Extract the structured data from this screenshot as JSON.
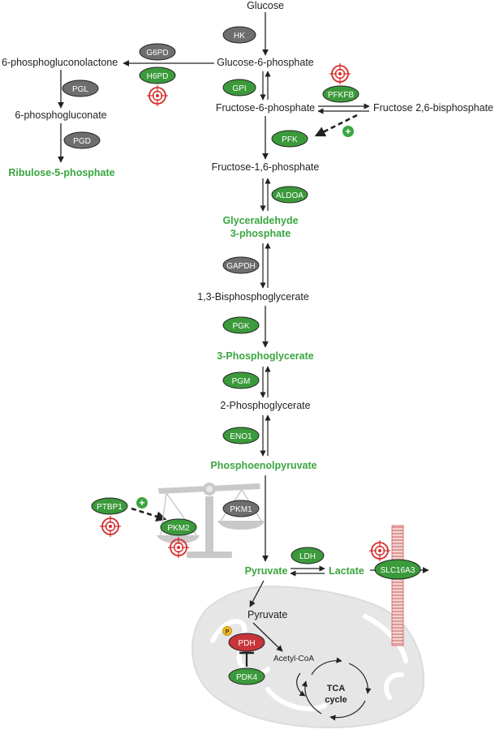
{
  "colors": {
    "enzyme_green": "#3b9a3b",
    "enzyme_gray": "#6e6e6e",
    "enzyme_red": "#c7353a",
    "highlight_green": "#3aa640",
    "target_red": "#d62c2c",
    "mito_fill": "#e6e6e6",
    "text": "#222222"
  },
  "metabolites": {
    "glucose": "Glucose",
    "g6p": "Glucose-6-phosphate",
    "pgl_lactone": "6-phosphogluconolactone",
    "pg_gluconate": "6-phosphogluconate",
    "ru5p": "Ribulose-5-phosphate",
    "f6p": "Fructose-6-phosphate",
    "f26bp": "Fructose 2,6-bisphosphate",
    "f16bp": "Fructose-1,6-phosphate",
    "gap_line1": "Glyceraldehyde",
    "gap_line2": "3-phosphate",
    "bpg13": "1,3-Bisphosphoglycerate",
    "pg3": "3-Phosphoglycerate",
    "pg2": "2-Phosphoglycerate",
    "pep": "Phosphoenolpyruvate",
    "pyruvate": "Pyruvate",
    "lactate": "Lactate",
    "mito_pyruvate": "Pyruvate",
    "acetyl_coa": "Acetyl-CoA",
    "tca_line1": "TCA",
    "tca_line2": "cycle"
  },
  "enzymes": {
    "hk": "HK",
    "g6pd": "G6PD",
    "h6pd": "H6PD",
    "pgl": "PGL",
    "pgd": "PGD",
    "gpi": "GPI",
    "pfkfb": "PFKFB",
    "pfk": "PFK",
    "aldoa": "ALDOA",
    "gapdh": "GAPDH",
    "pgk": "PGK",
    "pgm": "PGM",
    "eno1": "ENO1",
    "ptbp1": "PTBP1",
    "pkm2": "PKM2",
    "pkm1": "PKM1",
    "ldh": "LDH",
    "slc16a3": "SLC16A3",
    "pdh": "PDH",
    "pdk4": "PDK4"
  },
  "badges": {
    "activation": "+",
    "phospho": "P"
  }
}
